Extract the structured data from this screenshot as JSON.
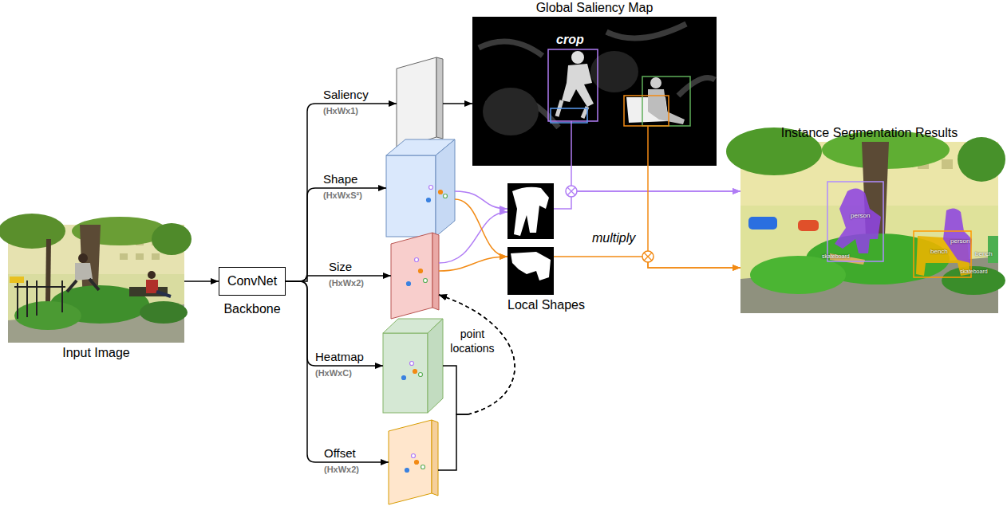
{
  "diagram": {
    "nodes": [
      {
        "text": [
          "Input Image"
        ]
      },
      {
        "text": [
          "ConvNet",
          "Backbone"
        ]
      },
      {
        "text": [
          "Saliency",
          "(HxWx1)"
        ]
      },
      {
        "text": [
          "Shape",
          "(HxWxS²)"
        ]
      },
      {
        "text": [
          "Size",
          "(HxWx2)"
        ]
      },
      {
        "text": [
          "Heatmap",
          "(HxWxC)"
        ]
      },
      {
        "text": [
          "Offset",
          "(HxWx2)"
        ]
      },
      {
        "text": [
          "Global Saliency Map"
        ]
      },
      {
        "text": [
          "Local Shapes"
        ]
      },
      {
        "text": [
          "Instance Segmentation Results"
        ]
      }
    ],
    "edges": [
      {
        "from": 0,
        "to": 1,
        "arrow": "to"
      },
      {
        "from": 1,
        "to": 2,
        "arrow": "to"
      },
      {
        "from": 1,
        "to": 3,
        "arrow": "to"
      },
      {
        "from": 1,
        "to": 4,
        "arrow": "to"
      },
      {
        "from": 1,
        "to": 5,
        "arrow": "to"
      },
      {
        "from": 1,
        "to": 6,
        "arrow": "to"
      },
      {
        "from": 2,
        "to": 7,
        "arrow": "to"
      },
      {
        "from": 3,
        "to": 8,
        "arrow": "to"
      },
      {
        "from": 4,
        "to": 8,
        "arrow": "to"
      },
      {
        "from": 3,
        "to": 8,
        "arrow": "to"
      },
      {
        "from": 4,
        "to": 8,
        "arrow": "to"
      },
      {
        "from": 5,
        "to": 4,
        "arrow": "to"
      },
      {
        "from": 6,
        "to": 4,
        "arrow": "to"
      },
      {
        "from": 7,
        "to": 9,
        "arrow": "to"
      },
      {
        "from": 8,
        "to": 9,
        "arrow": "to"
      },
      {
        "from": 7,
        "to": 9,
        "arrow": "to"
      },
      {
        "from": 8,
        "to": 9,
        "arrow": "to"
      }
    ],
    "labels": [
      "crop",
      "multiply",
      "point locations",
      "person",
      "skateboard",
      "person",
      "bench",
      "skateboard",
      "bench"
    ]
  }
}
